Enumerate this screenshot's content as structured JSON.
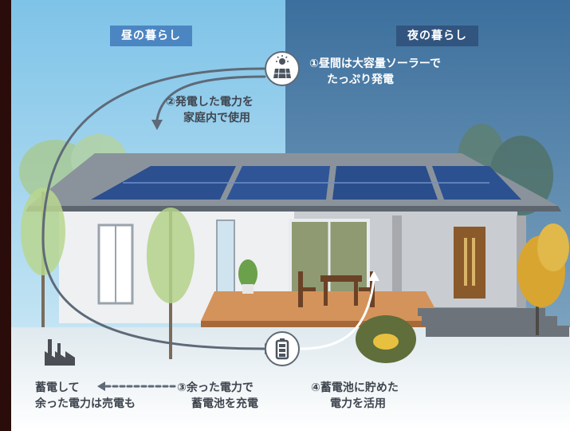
{
  "tabs": {
    "day": "昼の暮らし",
    "night": "夜の暮らし"
  },
  "steps": {
    "s1": {
      "line1": "①昼間は大容量ソーラーで",
      "line2": "たっぷり発電"
    },
    "s2": {
      "line1": "②発電した電力を",
      "line2": "家庭内で使用"
    },
    "s3": {
      "line1": "③余った電力で",
      "line2": "蓄電池を充電"
    },
    "s4": {
      "line1": "④蓄電池に貯めた",
      "line2": "電力を活用"
    },
    "sell": {
      "line1": "蓄電して",
      "line2": "余った電力は売電も"
    }
  },
  "icons": {
    "solar": "solar-panel-icon",
    "battery": "battery-icon",
    "factory": "factory-icon"
  },
  "colors": {
    "day_sky": "#9dd2ee",
    "night_sky": "#4a7ea8",
    "day_tab": "#4b86c2",
    "night_tab": "#31557f",
    "arrow": "#5e6a78",
    "frame": "#2a0d0a"
  }
}
